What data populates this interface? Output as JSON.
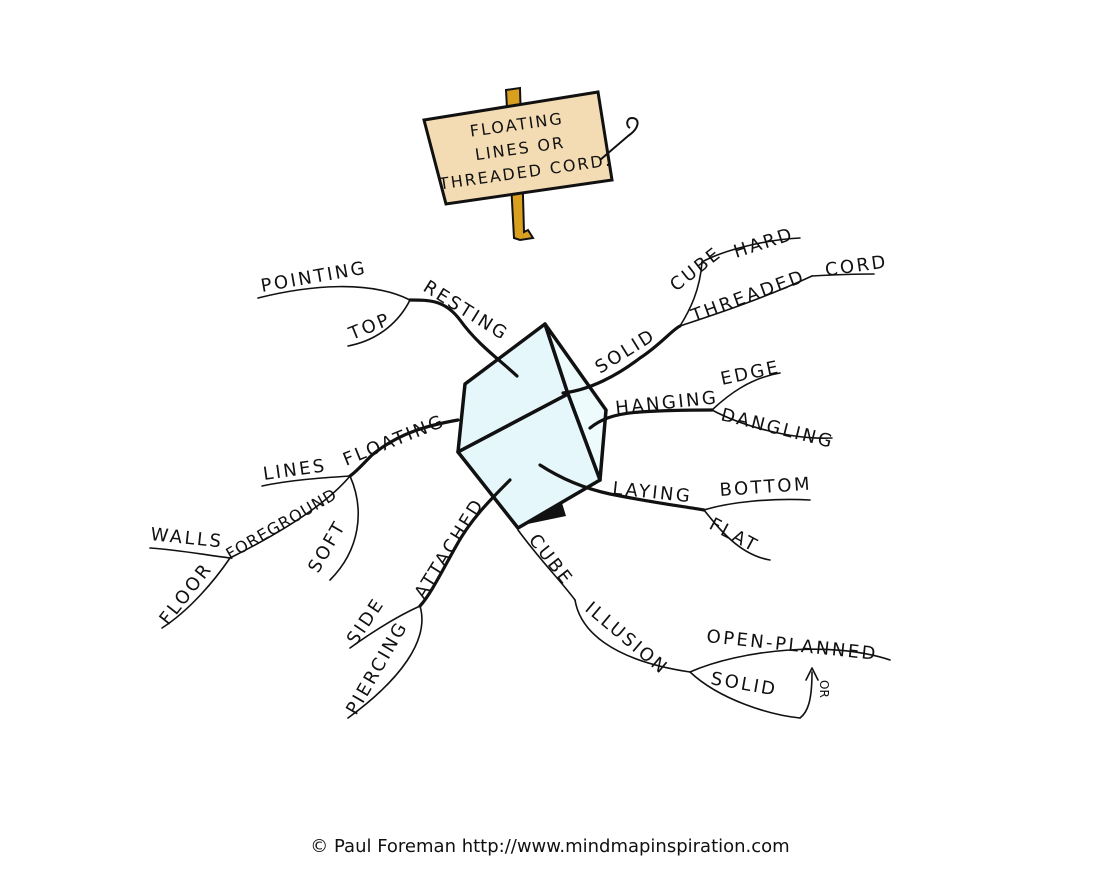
{
  "sign": {
    "lines": [
      "FLOATING",
      "LINES OR",
      "THREADED CORD."
    ]
  },
  "branches": {
    "resting": {
      "label": "RESTING",
      "children": {
        "top": "TOP",
        "pointing": "POINTING"
      }
    },
    "solid": {
      "label": "SOLID",
      "children": {
        "cube": "CUBE",
        "hard": "HARD",
        "threaded": "THREADED",
        "cord": "CORD"
      }
    },
    "hanging": {
      "label": "HANGING",
      "children": {
        "edge": "EDGE",
        "dangling": "DANGLING"
      }
    },
    "laying": {
      "label": "LAYING",
      "children": {
        "bottom": "BOTTOM",
        "flat": "FLAT"
      }
    },
    "floating": {
      "label": "FLOATING",
      "children": {
        "lines": "LINES",
        "foreground": "FOREGROUND",
        "walls": "WALLS",
        "floor": "FLOOR",
        "soft": "SOFT"
      }
    },
    "attached": {
      "label": "ATTACHED",
      "children": {
        "side": "SIDE",
        "piercing": "PIERCING"
      }
    },
    "cube": {
      "label": "CUBE",
      "children": {
        "illusion": "ILLUSION",
        "open_planned": "OPEN-PLANNED",
        "solid": "SOLID",
        "or": "OR"
      }
    }
  },
  "footer": "© Paul Foreman http://www.mindmapinspiration.com",
  "colors": {
    "cube_fill": "#e6f7fb",
    "cube_fill_light": "#eefbfd",
    "sign_fill": "#f3dcb3",
    "post_fill": "#d9a020",
    "ink": "#111111"
  }
}
